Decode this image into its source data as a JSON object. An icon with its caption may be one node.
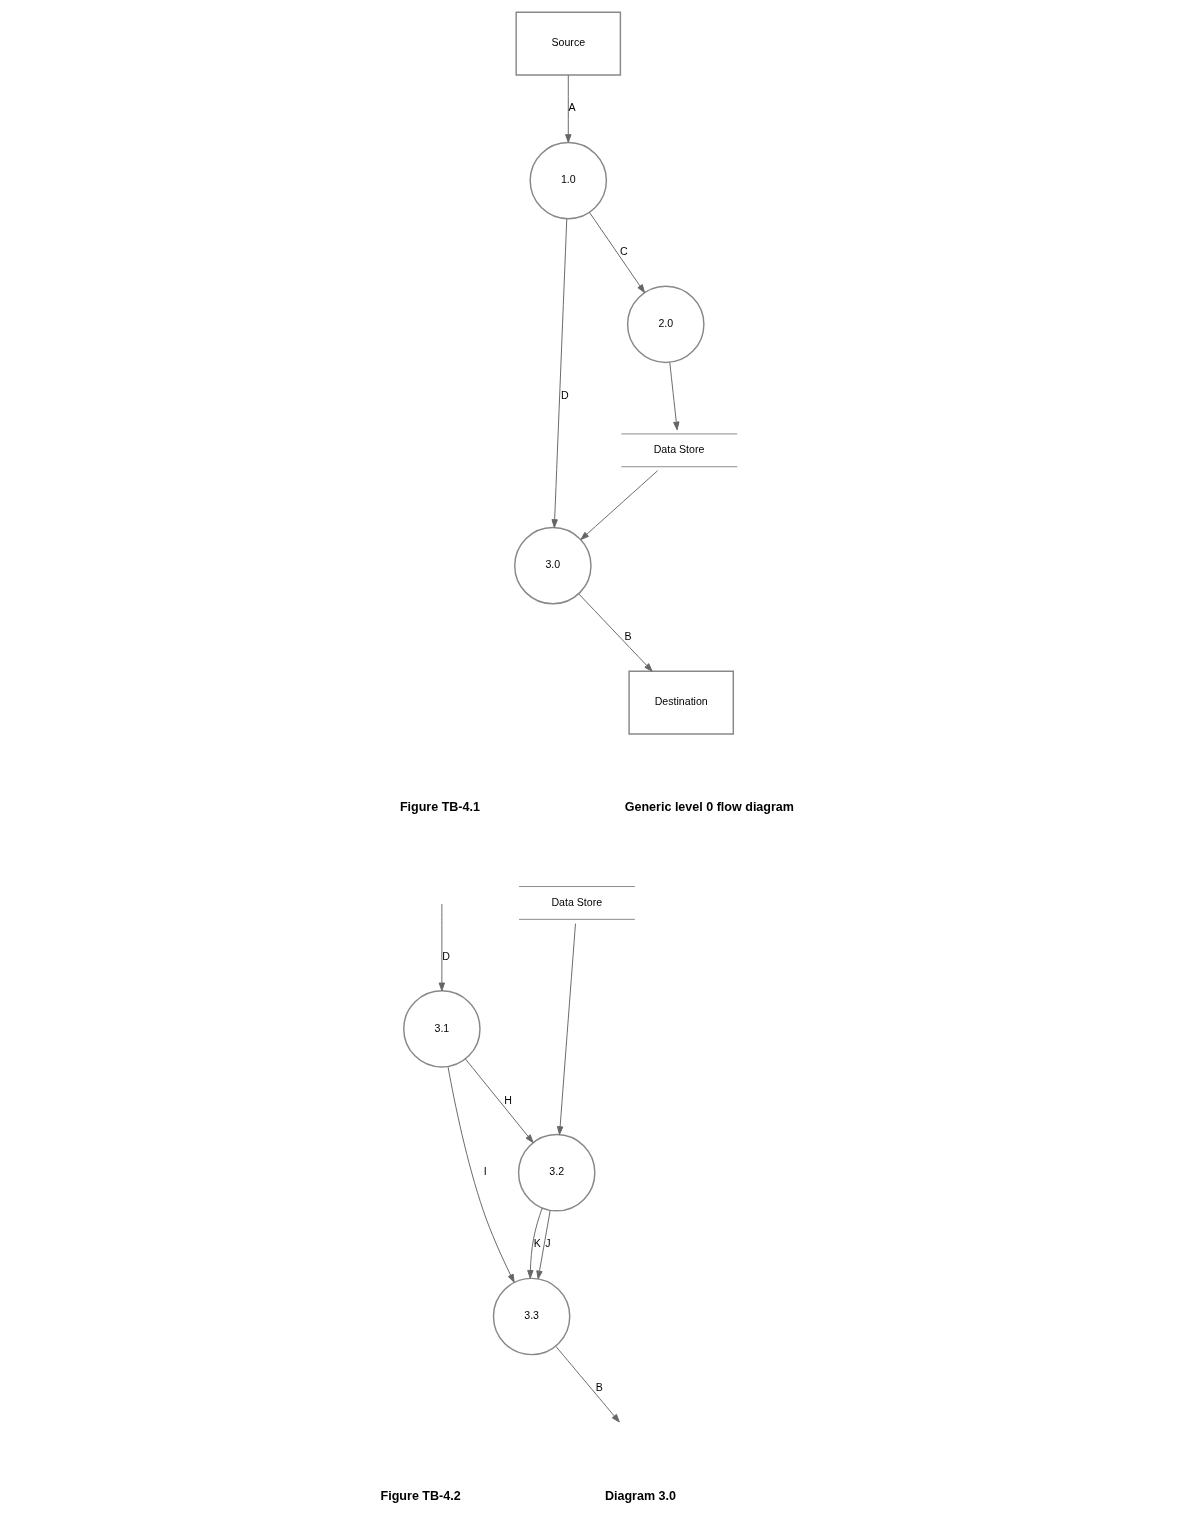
{
  "diagram": {
    "nodes": [
      {
        "text": [
          "Source"
        ]
      },
      {
        "text": [
          "1.0"
        ]
      },
      {
        "text": [
          "2.0"
        ]
      },
      {
        "text": [
          "Data Store"
        ]
      },
      {
        "text": [
          "3.0"
        ]
      },
      {
        "text": [
          "Destination"
        ]
      },
      {
        "text": [
          "Data Store"
        ]
      },
      {
        "text": [
          "3.1"
        ]
      },
      {
        "text": [
          "3.2"
        ]
      },
      {
        "text": [
          "3.3"
        ]
      }
    ],
    "edges": [
      {
        "from": 0,
        "to": 1,
        "arrow": "to",
        "label": "A"
      },
      {
        "from": 1,
        "to": 2,
        "arrow": "to",
        "label": "C"
      },
      {
        "from": 2,
        "to": 3,
        "arrow": "to"
      },
      {
        "from": 1,
        "to": 4,
        "arrow": "to",
        "label": "D"
      },
      {
        "from": 3,
        "to": 4,
        "arrow": "to"
      },
      {
        "from": 4,
        "to": 5,
        "arrow": "to",
        "label": "B"
      },
      {
        "from": null,
        "to": 7,
        "arrow": "to",
        "label": "D"
      },
      {
        "from": 7,
        "to": 8,
        "arrow": "to",
        "label": "H"
      },
      {
        "from": 6,
        "to": 8,
        "arrow": "to"
      },
      {
        "from": 7,
        "to": 9,
        "arrow": "to",
        "label": "I"
      },
      {
        "from": 8,
        "to": 9,
        "arrow": "to",
        "label": "J"
      },
      {
        "from": 8,
        "to": 9,
        "arrow": "to",
        "label": "K"
      },
      {
        "from": 9,
        "to": null,
        "arrow": "to",
        "label": "B"
      }
    ],
    "labels": [
      "Figure TB-4.1",
      "Generic level 0 flow diagram",
      "Figure TB-4.2",
      "Diagram 3.0"
    ]
  }
}
